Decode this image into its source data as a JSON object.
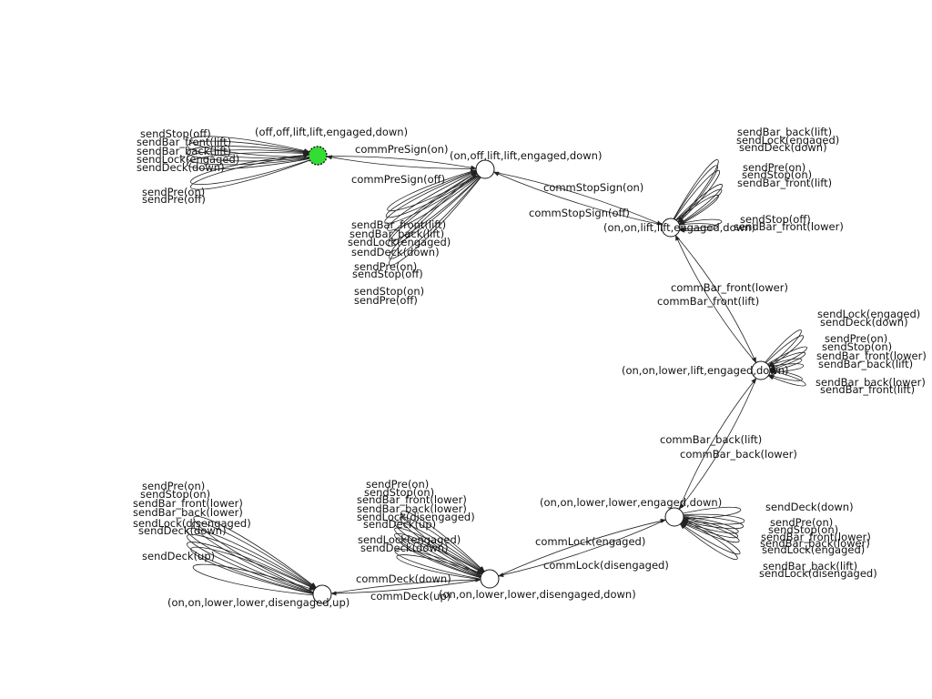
{
  "colors": {
    "initial_state": "#33dd33",
    "state": "#ffffff",
    "edge": "#222222"
  },
  "states": [
    {
      "id": "s0",
      "label": "(off,off,lift,lift,engaged,down)",
      "initial": true,
      "loops": [
        "sendStop(off)",
        "sendBar_front(lift)",
        "sendBar_back(lift)",
        "sendLock(engaged)",
        "sendDeck(down)",
        "sendPre(on)",
        "sendPre(off)"
      ]
    },
    {
      "id": "s1",
      "label": "(on,off,lift,lift,engaged,down)",
      "initial": false,
      "loops": [
        "sendBar_front(lift)",
        "sendBar_back(lift)",
        "sendLock(engaged)",
        "sendDeck(down)",
        "sendPre(on)",
        "sendStop(off)",
        "sendStop(on)",
        "sendPre(off)"
      ]
    },
    {
      "id": "s2",
      "label": "(on,on,lift,lift,engaged,down)",
      "initial": false,
      "loops": [
        "sendBar_back(lift)",
        "sendLock(engaged)",
        "sendDeck(down)",
        "sendPre(on)",
        "sendStop(on)",
        "sendBar_front(lift)",
        "sendStop(off)",
        "sendBar_front(lower)"
      ]
    },
    {
      "id": "s3",
      "label": "(on,on,lower,lift,engaged,down)",
      "initial": false,
      "loops": [
        "sendLock(engaged)",
        "sendDeck(down)",
        "sendPre(on)",
        "sendStop(on)",
        "sendBar_front(lower)",
        "sendBar_back(lift)",
        "sendBar_back(lower)",
        "sendBar_front(lift)"
      ]
    },
    {
      "id": "s4",
      "label": "(on,on,lower,lower,engaged,down)",
      "initial": false,
      "loops": [
        "sendDeck(down)",
        "sendPre(on)",
        "sendStop(on)",
        "sendBar_front(lower)",
        "sendBar_back(lower)",
        "sendLock(engaged)",
        "sendBar_back(lift)",
        "sendLock(disengaged)"
      ]
    },
    {
      "id": "s5",
      "label": "(on,on,lower,lower,disengaged,down)",
      "initial": false,
      "loops": [
        "sendPre(on)",
        "sendStop(on)",
        "sendBar_front(lower)",
        "sendBar_back(lower)",
        "sendLock(disengaged)",
        "sendDeck(up)",
        "sendLock(engaged)",
        "sendDeck(down)"
      ]
    },
    {
      "id": "s6",
      "label": "(on,on,lower,lower,disengaged,up)",
      "initial": false,
      "loops": [
        "sendPre(on)",
        "sendStop(on)",
        "sendBar_front(lower)",
        "sendBar_back(lower)",
        "sendLock(disengaged)",
        "sendDeck(down)",
        "sendDeck(up)"
      ]
    }
  ],
  "transitions": [
    {
      "from": "s0",
      "to": "s1",
      "label": "commPreSign(on)"
    },
    {
      "from": "s1",
      "to": "s0",
      "label": "commPreSign(off)"
    },
    {
      "from": "s1",
      "to": "s2",
      "label": "commStopSign(on)"
    },
    {
      "from": "s2",
      "to": "s1",
      "label": "commStopSign(off)"
    },
    {
      "from": "s2",
      "to": "s3",
      "label": "commBar_front(lower)"
    },
    {
      "from": "s3",
      "to": "s2",
      "label": "commBar_front(lift)"
    },
    {
      "from": "s4",
      "to": "s3",
      "label": "commBar_back(lift)"
    },
    {
      "from": "s3",
      "to": "s4",
      "label": "commBar_back(lower)"
    },
    {
      "from": "s5",
      "to": "s4",
      "label": "commLock(engaged)"
    },
    {
      "from": "s4",
      "to": "s5",
      "label": "commLock(disengaged)"
    },
    {
      "from": "s5",
      "to": "s6",
      "label": "commDeck(down)"
    },
    {
      "from": "s6",
      "to": "s5",
      "label": "commDeck(up)"
    }
  ]
}
